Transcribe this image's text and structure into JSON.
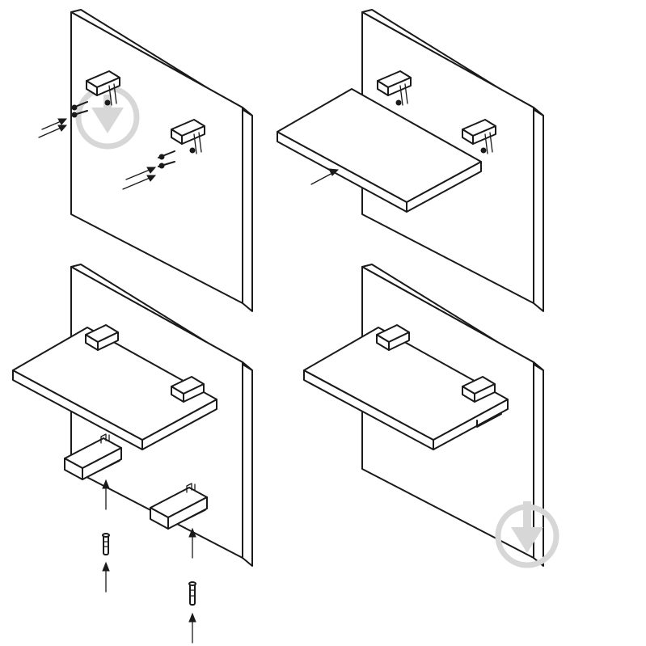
{
  "figure": {
    "steps": [
      {
        "id": "step-1",
        "action": "attach-brackets-to-panel",
        "screws": 4
      },
      {
        "id": "step-2",
        "action": "slide-shelf-onto-brackets"
      },
      {
        "id": "step-3",
        "action": "fasten-caps-under-shelf",
        "screws": 2
      },
      {
        "id": "step-4",
        "action": "assembled-shelf"
      }
    ],
    "watermark_icon": "download-circle-icon",
    "line_color": "#1a1a1a",
    "watermark_color": "#d7d7d7"
  }
}
